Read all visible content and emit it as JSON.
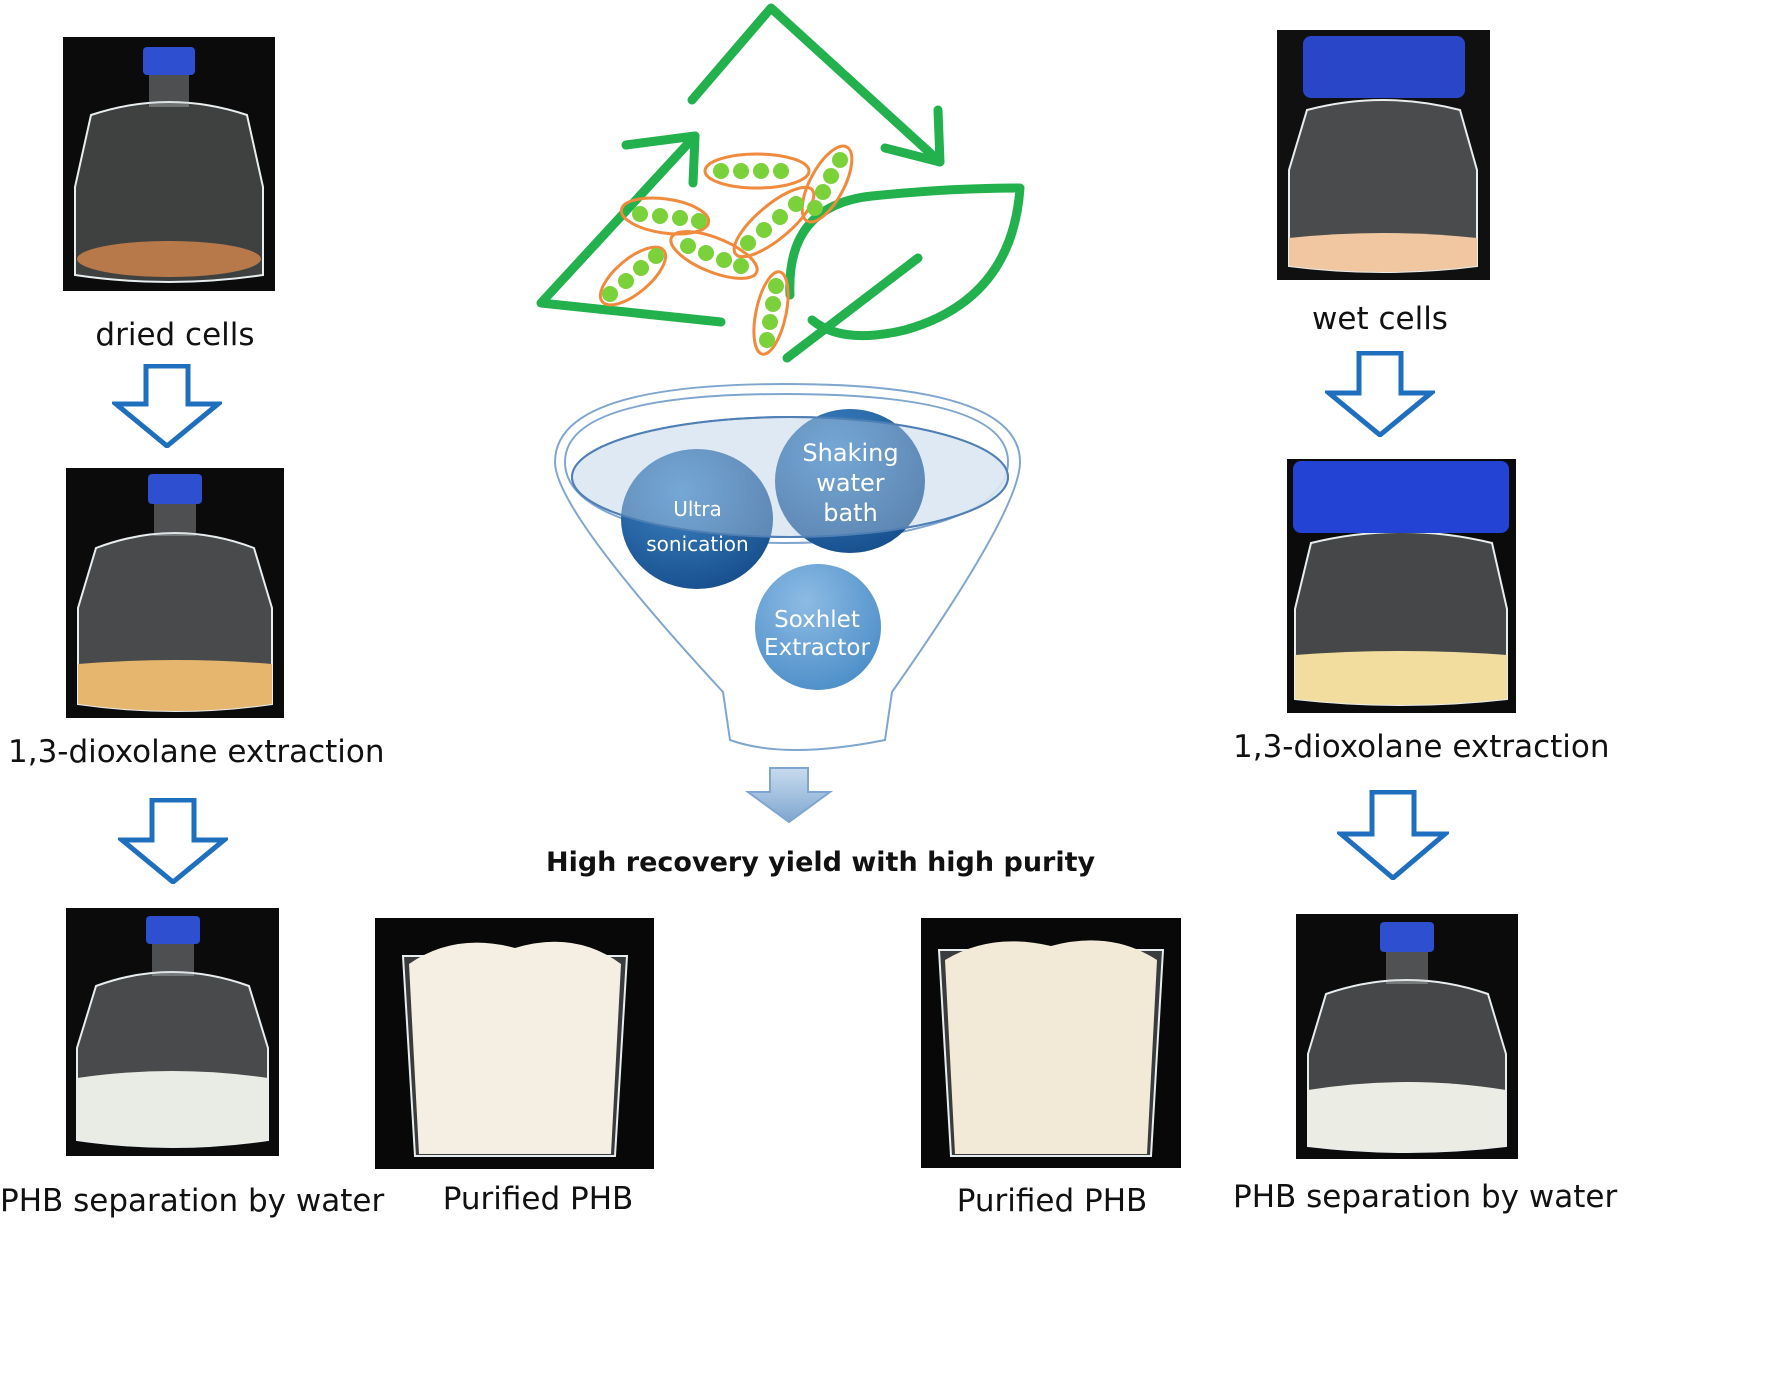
{
  "left_column": {
    "step1_label": "dried cells",
    "step2_label": "1,3-dioxolane extraction",
    "step3_label": "PHB separation by water"
  },
  "right_column": {
    "step1_label": "wet cells",
    "step2_label": "1,3-dioxolane extraction",
    "step3_label": "PHB separation by water"
  },
  "purified": {
    "left_label": "Purified PHB",
    "right_label": "Purified PHB"
  },
  "funnel": {
    "bubbles": [
      {
        "line1": "Ultra",
        "line2": "sonication",
        "line3": ""
      },
      {
        "line1": "Shaking",
        "line2": "water",
        "line3": "bath"
      },
      {
        "line1": "Soxhlet",
        "line2": "Extractor",
        "line3": ""
      }
    ],
    "result": "High recovery yield with high purity"
  },
  "colors": {
    "recycle_green": "#22b14c",
    "cell_outline": "#f08a3c",
    "cell_granule": "#7ad13a",
    "step_arrow_blue": "#1f6fbf",
    "bubble_blue": "#2f72b0",
    "funnel_line": "#7fa6cf"
  }
}
